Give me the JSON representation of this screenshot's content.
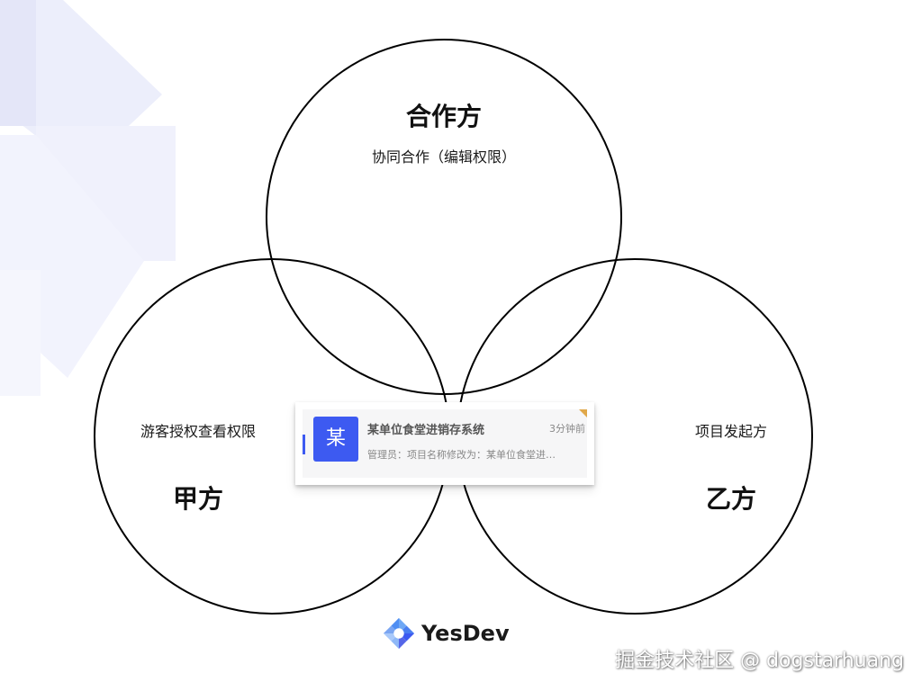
{
  "diagram": {
    "top_circle": {
      "title": "合作方",
      "subtitle": "协同合作（编辑权限）"
    },
    "left_circle": {
      "title": "甲方",
      "subtitle": "游客授权查看权限"
    },
    "right_circle": {
      "title": "乙方",
      "subtitle": "项目发起方"
    }
  },
  "notification_card": {
    "avatar_char": "某",
    "title": "某单位食堂进销存系统",
    "time": "3分钟前",
    "description": "管理员：项目名称修改为：某单位食堂进…"
  },
  "logo": {
    "text": "YesDev"
  },
  "watermark": {
    "text": "掘金技术社区 @ dogstarhuang"
  },
  "colors": {
    "accent": "#3d5af1",
    "circle_stroke": "#000000",
    "background_shape": "#eef0fb"
  }
}
